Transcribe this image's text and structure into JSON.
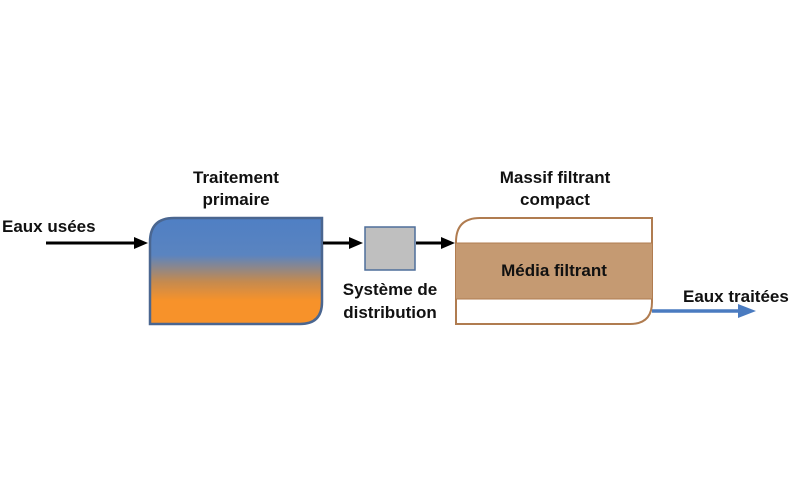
{
  "labels": {
    "input": "Eaux usées",
    "primary_line1": "Traitement",
    "primary_line2": "primaire",
    "distribution_line1": "Système de",
    "distribution_line2": "distribution",
    "filter_title_line1": "Massif filtrant",
    "filter_title_line2": "compact",
    "media": "Média filtrant",
    "output": "Eaux traitées"
  },
  "colors": {
    "tank_top": "#4f7fc4",
    "tank_bottom": "#f7922a",
    "tank_border": "#4a6690",
    "distribution_fill": "#bfbfbf",
    "distribution_border": "#4f6f9a",
    "filter_border": "#b07c50",
    "media_fill": "#c59a72",
    "arrow_black": "#000000",
    "arrow_blue": "#4a7bc0"
  }
}
